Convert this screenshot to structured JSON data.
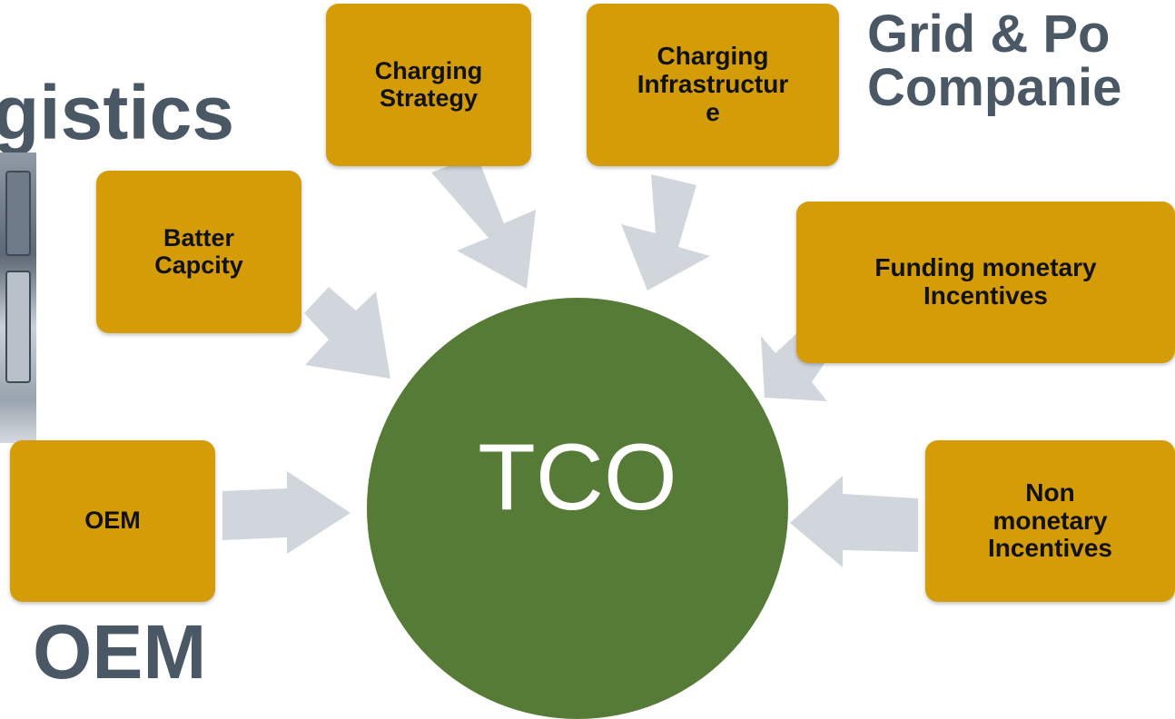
{
  "background_labels": {
    "logistics": "gistics",
    "grid_line1": "Grid & Po",
    "grid_line2": "Companie",
    "oem": "OEM"
  },
  "center": {
    "label": "TCO"
  },
  "boxes": {
    "charging_strategy": [
      "Charging",
      "Strategy"
    ],
    "charging_infrastructure": [
      "Charging",
      "Infrastructur",
      "e"
    ],
    "battery_capacity": [
      "Batter",
      "Capcity"
    ],
    "funding": [
      "Funding monetary",
      "Incentives"
    ],
    "oem": [
      "OEM"
    ],
    "non_monetary": [
      "Non",
      "monetary",
      "Incentives"
    ]
  },
  "colors": {
    "box": "#d49c07",
    "center": "#557b37",
    "arrow": "#d1d6dd",
    "background_text": "#4a5866"
  }
}
